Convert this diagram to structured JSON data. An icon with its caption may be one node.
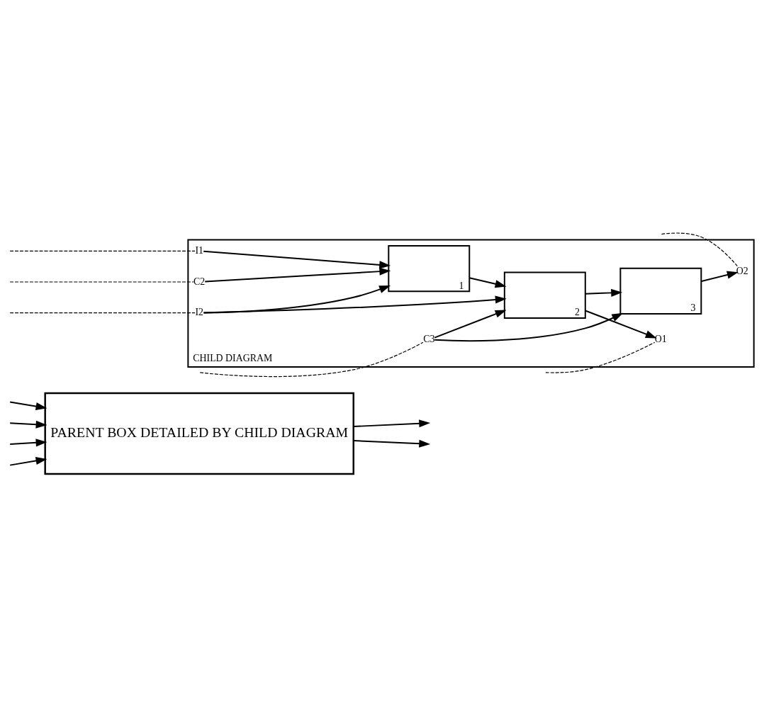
{
  "diagram": {
    "nodes": [
      {
        "text": [
          "PARENT BOX DETAILED BY CHILD DIAGRAM"
        ]
      },
      {
        "text": [
          "CHILD DIAGRAM"
        ]
      },
      {
        "text": [
          "1"
        ],
        "in": 1
      },
      {
        "text": [
          "2"
        ],
        "in": 1
      },
      {
        "text": [
          "3"
        ],
        "in": 1
      },
      {
        "text": [
          "I1"
        ],
        "in": 1
      },
      {
        "text": [
          "I2"
        ],
        "in": 1
      },
      {
        "text": [
          "C2"
        ],
        "in": 1
      },
      {
        "text": [
          "C3"
        ],
        "in": 1
      },
      {
        "text": [
          "O1"
        ],
        "in": 1
      },
      {
        "text": [
          "O2"
        ],
        "in": 1
      }
    ],
    "edges": [
      {
        "from": 0,
        "to": null,
        "arrow": "to"
      },
      {
        "from": 0,
        "to": null,
        "arrow": "to"
      },
      {
        "from": null,
        "to": 0,
        "arrow": "to"
      },
      {
        "from": null,
        "to": 0,
        "arrow": "to"
      },
      {
        "from": null,
        "to": 0,
        "arrow": "to"
      },
      {
        "from": null,
        "to": 0,
        "arrow": "to"
      },
      {
        "from": 5,
        "to": 2,
        "arrow": "to"
      },
      {
        "from": 6,
        "to": 2,
        "arrow": "to"
      },
      {
        "from": 6,
        "to": 3,
        "arrow": "to"
      },
      {
        "from": 7,
        "to": 2,
        "arrow": "to"
      },
      {
        "from": 2,
        "to": 3,
        "arrow": "to"
      },
      {
        "from": 8,
        "to": 3,
        "arrow": "to"
      },
      {
        "from": 8,
        "to": 4,
        "arrow": "to"
      },
      {
        "from": 3,
        "to": 9,
        "arrow": "to"
      },
      {
        "from": 3,
        "to": 4,
        "arrow": "to"
      },
      {
        "from": 4,
        "to": 10,
        "arrow": "to"
      },
      {
        "from": null,
        "to": 5,
        "arrow": "none",
        "style": "dashed"
      },
      {
        "from": null,
        "to": 6,
        "arrow": "none",
        "style": "dashed"
      },
      {
        "from": null,
        "to": 7,
        "arrow": "none",
        "style": "dashed"
      },
      {
        "from": null,
        "to": 8,
        "arrow": "none",
        "style": "dashed"
      },
      {
        "from": null,
        "to": 9,
        "arrow": "none",
        "style": "dashed"
      },
      {
        "from": null,
        "to": 10,
        "arrow": "none",
        "style": "dashed"
      }
    ]
  }
}
